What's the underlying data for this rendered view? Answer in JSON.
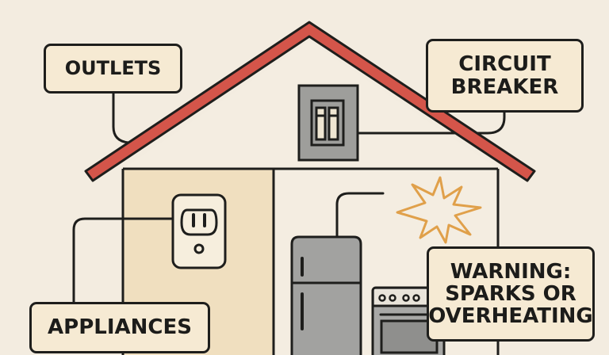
{
  "diagram": {
    "subject": "Home electrical system",
    "colors": {
      "background": "#f3ece0",
      "roof": "#d4554a",
      "outline": "#1e1e1c",
      "wall_left": "#f0dfbf",
      "wall_right": "#f4ede1",
      "panel_gray": "#9e9e9b",
      "appliance_gray": "#a2a2a0",
      "spark": "#e0a04a",
      "label_fill": "#f6ead3"
    },
    "labels": {
      "outlets": [
        "OUTLETS"
      ],
      "circuit_breaker": [
        "CIRCUIT",
        "BREAKER"
      ],
      "appliances": [
        "APPLIANCES"
      ],
      "warning": [
        "WARNING:",
        "SPARKS OR",
        "OVERHEATING"
      ]
    },
    "icons": {
      "roof": "roof-icon",
      "breaker_panel": "breaker-panel-icon",
      "outlet": "wall-outlet-icon",
      "fridge": "refrigerator-icon",
      "stove": "stove-icon",
      "spark": "spark-burst-icon"
    }
  }
}
